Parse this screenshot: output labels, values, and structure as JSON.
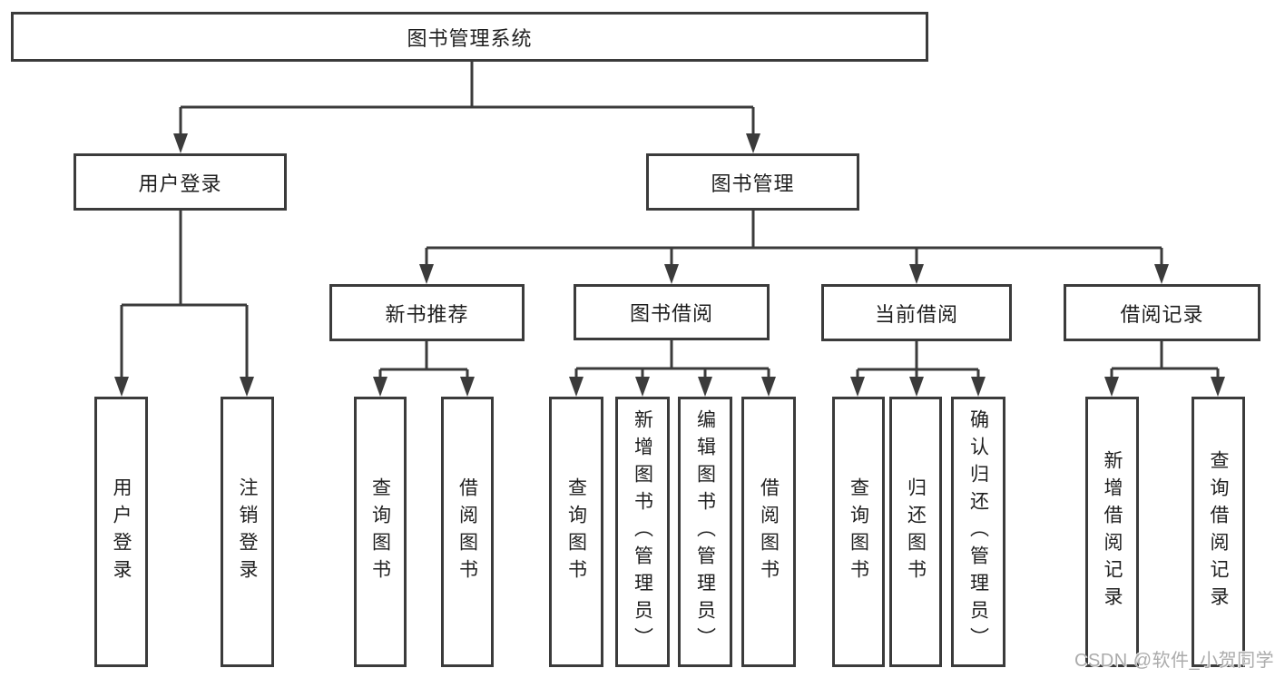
{
  "tree": {
    "root": {
      "label": "图书管理系统",
      "children": [
        {
          "label": "用户登录",
          "children": [
            {
              "label": "用户登录"
            },
            {
              "label": "注销登录"
            }
          ]
        },
        {
          "label": "图书管理",
          "children": [
            {
              "label": "新书推荐",
              "children": [
                {
                  "label": "查询图书"
                },
                {
                  "label": "借阅图书"
                }
              ]
            },
            {
              "label": "图书借阅",
              "children": [
                {
                  "label": "查询图书"
                },
                {
                  "label": "新增图书（管理员）"
                },
                {
                  "label": "编辑图书（管理员）"
                },
                {
                  "label": "借阅图书"
                }
              ]
            },
            {
              "label": "当前借阅",
              "children": [
                {
                  "label": "查询图书"
                },
                {
                  "label": "归还图书"
                },
                {
                  "label": "确认归还（管理员）"
                }
              ]
            },
            {
              "label": "借阅记录",
              "children": [
                {
                  "label": "新增借阅记录"
                },
                {
                  "label": "查询借阅记录"
                }
              ]
            }
          ]
        }
      ]
    }
  },
  "watermark": {
    "text": "CSDN @软件_小贺同学"
  },
  "colors": {
    "line": "#3b3b3b",
    "box_border": "#3b3b3b",
    "text": "#1f1f1f",
    "background": "#ffffff",
    "watermark": "#ababab"
  }
}
